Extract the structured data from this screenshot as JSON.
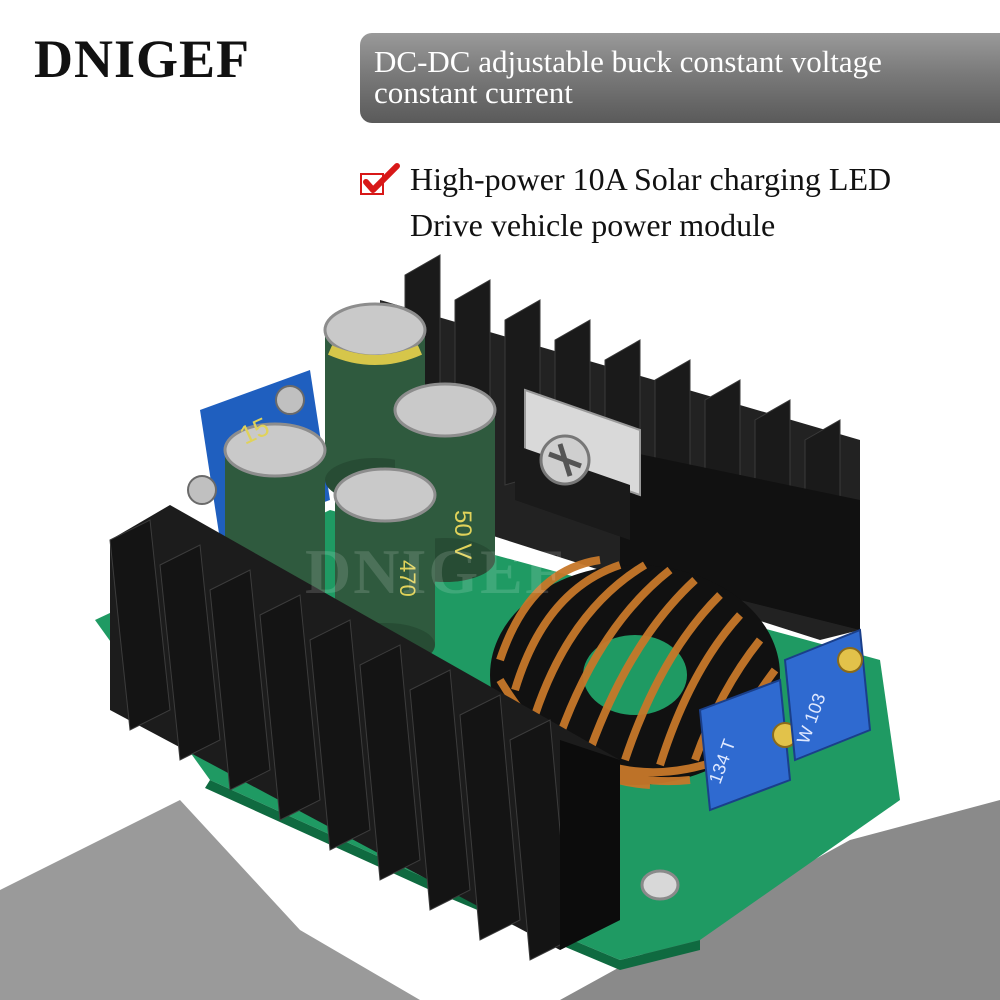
{
  "brand": {
    "name": "DNIGEF"
  },
  "header": {
    "title_line1": "DC-DC adjustable buck constant voltage",
    "title_line2": "constant current"
  },
  "feature": {
    "icon": "check-icon",
    "line1": "High-power 10A Solar charging LED",
    "line2": "Drive vehicle power module"
  },
  "product": {
    "watermark": "DNIGEF",
    "capacitor_marks": [
      "50 V",
      "470",
      "15"
    ],
    "potentiometer_marks": [
      "134 T",
      "W 103"
    ]
  },
  "colors": {
    "title_band": "#7a7a7a",
    "check": "#d81818",
    "pcb": "#1f9a63",
    "heatsink": "#1e1e1e",
    "terminal": "#1f5fbf",
    "copper": "#c7782a",
    "capacitor": "#2f5a3e"
  }
}
